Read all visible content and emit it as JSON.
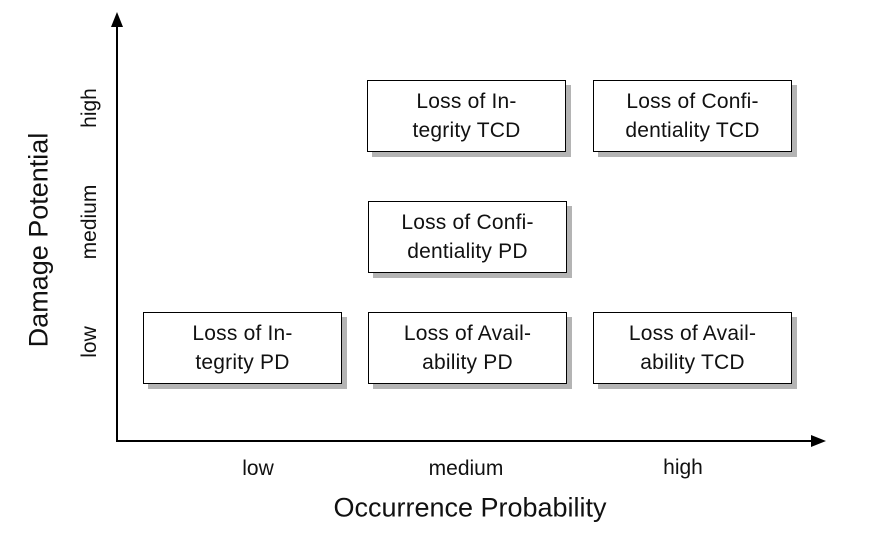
{
  "figure": {
    "x_axis": {
      "title": "Occurrence Probability",
      "ticks": [
        "low",
        "medium",
        "high"
      ]
    },
    "y_axis": {
      "title": "Damage Potential",
      "ticks": [
        "low",
        "medium",
        "high"
      ]
    },
    "nodes": [
      {
        "line1": "Loss of In-",
        "line2": "tegrity TCD",
        "x": "medium",
        "y": "high"
      },
      {
        "line1": "Loss of Confi-",
        "line2": "dentiality TCD",
        "x": "high",
        "y": "high"
      },
      {
        "line1": "Loss of Confi-",
        "line2": "dentiality PD",
        "x": "medium",
        "y": "medium"
      },
      {
        "line1": "Loss of In-",
        "line2": "tegrity PD",
        "x": "low",
        "y": "low"
      },
      {
        "line1": "Loss of Avail-",
        "line2": "ability PD",
        "x": "medium",
        "y": "low"
      },
      {
        "line1": "Loss of Avail-",
        "line2": "ability TCD",
        "x": "high",
        "y": "low"
      }
    ],
    "colors": {
      "axis": "#000000",
      "node_border": "#000000",
      "node_fill": "#ffffff",
      "node_shadow": "#b4b4b4",
      "text": "#111111"
    }
  },
  "chart_data": {
    "type": "scatter",
    "title": "",
    "xlabel": "Occurrence Probability",
    "ylabel": "Damage Potential",
    "x_ticks": [
      "low",
      "medium",
      "high"
    ],
    "y_ticks": [
      "low",
      "medium",
      "high"
    ],
    "grid": false,
    "legend": false,
    "points": [
      {
        "label": "Loss of Integrity TCD",
        "x": "medium",
        "y": "high"
      },
      {
        "label": "Loss of Confidentiality TCD",
        "x": "high",
        "y": "high"
      },
      {
        "label": "Loss of Confidentiality PD",
        "x": "medium",
        "y": "medium"
      },
      {
        "label": "Loss of Integrity PD",
        "x": "low",
        "y": "low"
      },
      {
        "label": "Loss of Availability PD",
        "x": "medium",
        "y": "low"
      },
      {
        "label": "Loss of Availability TCD",
        "x": "high",
        "y": "low"
      }
    ]
  }
}
